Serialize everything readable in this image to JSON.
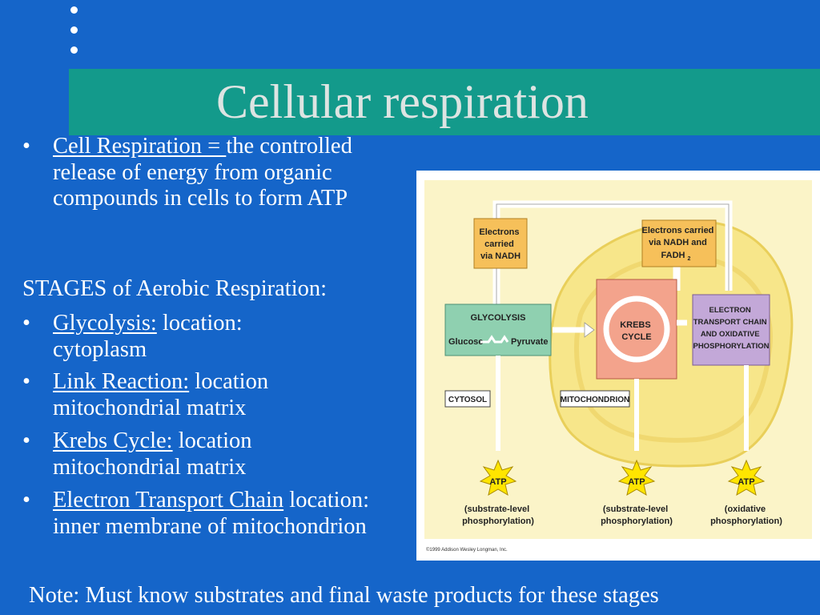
{
  "slide": {
    "title": "Cellular respiration",
    "definition": {
      "term": "Cell Respiration = ",
      "text": "the controlled release of energy from organic compounds in cells to form ATP"
    },
    "stages_heading": "STAGES of Aerobic Respiration:",
    "stages": [
      {
        "name": "Glycolysis:",
        "text": "  location: cytoplasm"
      },
      {
        "name": "Link Reaction:",
        "text": " location mitochondrial matrix"
      },
      {
        "name": "Krebs Cycle:",
        "text": "  location mitochondrial matrix"
      },
      {
        "name": "Electron Transport Chain",
        "text": " location: inner membrane of mitochondrion"
      }
    ],
    "note": "Note: Must know substrates and final waste products for these stages",
    "bullet_char": "•"
  },
  "diagram": {
    "electrons_nadh": [
      "Electrons",
      "carried",
      "via NADH"
    ],
    "electrons_nadh_fadh": [
      "Electrons carried",
      "via NADH and",
      "FADH"
    ],
    "fadh_subscript": "2",
    "glycolysis_title": "GLYCOLYSIS",
    "glucose": "Glucose",
    "pyruvate": "Pyruvate",
    "krebs": [
      "KREBS",
      "CYCLE"
    ],
    "etc": [
      "ELECTRON",
      "TRANSPORT CHAIN",
      "AND OXIDATIVE",
      "PHOSPHORYLATION"
    ],
    "cytosol": "CYTOSOL",
    "mitochondrion": "MITOCHONDRION",
    "atp": "ATP",
    "atp_captions": [
      [
        "(substrate-level",
        "phosphorylation)"
      ],
      [
        "(substrate-level",
        "phosphorylation)"
      ],
      [
        "(oxidative",
        "phosphorylation)"
      ]
    ],
    "copyright": "©1999 Addison Wesley Longman, Inc.",
    "colors": {
      "background": "#fbf4c8",
      "mitochondrion": "#f7e68a",
      "glycolysis_box": "#8fd0b0",
      "krebs_box": "#f3a38c",
      "etc_box": "#c3a8d8",
      "electron_box": "#f6c05a",
      "atp_star": "#ffe500"
    }
  }
}
